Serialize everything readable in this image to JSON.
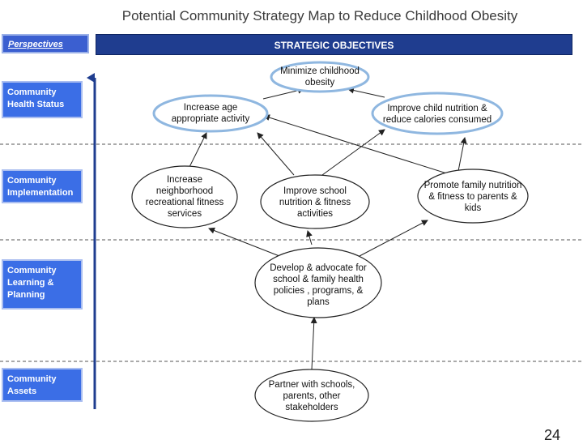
{
  "title": "Potential Community Strategy Map to Reduce Childhood Obesity",
  "perspectives_header": "Perspectives",
  "objectives_header": "STRATEGIC OBJECTIVES",
  "perspectives": [
    "Community Health Status",
    "Community Implementation",
    "Community Learning & Planning",
    "Community Assets"
  ],
  "nodes": {
    "minimize": "Minimize childhood obesity",
    "increase_activity": "Increase age appropriate activity",
    "improve_nutrition": "Improve child nutrition & reduce calories consumed",
    "increase_services": "Increase neighborhood recreational fitness services",
    "improve_school": "Improve school nutrition & fitness activities",
    "promote_family": "Promote family nutrition & fitness to parents & kids",
    "develop": "Develop & advocate for school & family health policies , programs, & plans",
    "partner": "Partner with schools, parents, other stakeholders"
  },
  "page_number": "24",
  "colors": {
    "header_dark": "#1f3d8f",
    "perspective_blue": "#3b6ee6",
    "oval_border": "#8fb7e0",
    "arrow_axis": "#1f3d8f"
  }
}
